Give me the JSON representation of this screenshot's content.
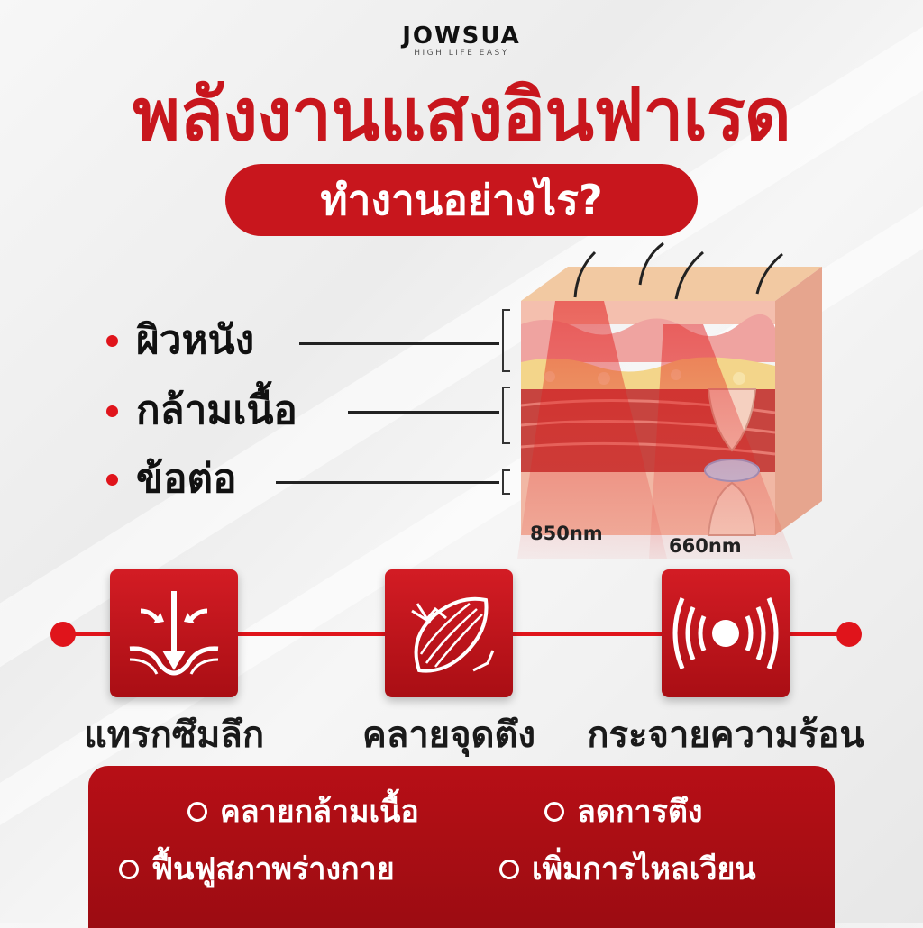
{
  "brand": {
    "name": "JOWSUA",
    "tagline": "HIGH LIFE EASY"
  },
  "title": "พลังงานแสงอินฟาเรด",
  "subtitle": "ทำงานอย่างไร?",
  "layers": [
    {
      "label": "ผิวหนัง"
    },
    {
      "label": "กล้ามเนื้อ"
    },
    {
      "label": "ข้อต่อ"
    }
  ],
  "wavelengths": {
    "left": "850nm",
    "right": "660nm"
  },
  "features": [
    {
      "label": "แทรกซึมลึก",
      "icon": "penetrate-icon"
    },
    {
      "label": "คลายจุดตึง",
      "icon": "muscle-icon"
    },
    {
      "label": "กระจายความร้อน",
      "icon": "heat-wave-icon"
    }
  ],
  "benefits": [
    "คลายกล้ามเนื้อ",
    "ลดการตึง",
    "ฟื้นฟูสภาพร่างกาย",
    "เพิ่มการไหลเวียน"
  ],
  "colors": {
    "accent": "#c8161d",
    "panel": "#b70f16"
  }
}
